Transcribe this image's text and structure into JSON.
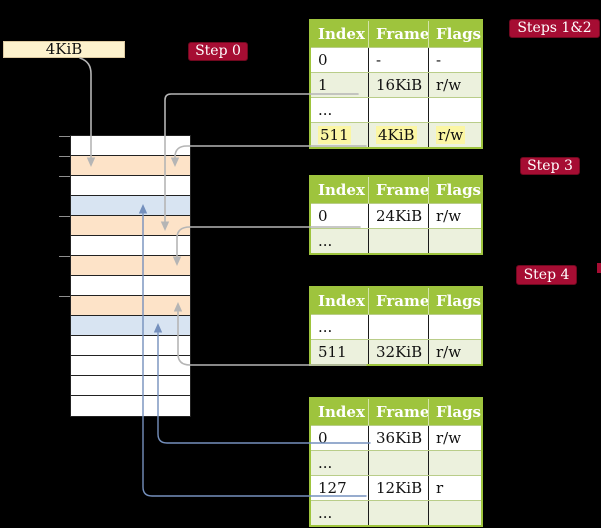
{
  "colors": {
    "background": "#000000",
    "badge_red": "#a60d33",
    "table_header_green": "#9ec43d",
    "table_row_green": "#ecf1dd",
    "highlight_yellow": "#fbf6a4",
    "frame_free": "#ffffff",
    "frame_page_table": "#fde3c8",
    "frame_mapped_page": "#d8e4f2",
    "arrow_gray": "#b5b5b5",
    "arrow_blue": "#7590bd",
    "cr3_box_fill": "#fdf2cd"
  },
  "cr3_box": {
    "label": "4KiB"
  },
  "step_labels": {
    "step0": "Step 0",
    "steps12": "Steps 1&2",
    "step3": "Step 3",
    "step4": "Step 4"
  },
  "memory": {
    "rows": [
      "free",
      "page_table",
      "free",
      "mapped_page",
      "page_table",
      "free",
      "page_table",
      "free",
      "page_table",
      "mapped_page",
      "free",
      "free",
      "free",
      "free"
    ]
  },
  "tables": [
    {
      "name": "table-steps-1-2",
      "headers": [
        "Index",
        "Frame",
        "Flags"
      ],
      "rows": [
        {
          "cells": [
            "0",
            "-",
            "-"
          ]
        },
        {
          "cells": [
            "1",
            "16KiB",
            "r/w"
          ]
        },
        {
          "cells": [
            "...",
            "",
            ""
          ]
        },
        {
          "cells": [
            "511",
            "4KiB",
            "r/w"
          ],
          "highlighted": true
        }
      ]
    },
    {
      "name": "table-step-3",
      "headers": [
        "Index",
        "Frame",
        "Flags"
      ],
      "rows": [
        {
          "cells": [
            "0",
            "24KiB",
            "r/w"
          ]
        },
        {
          "cells": [
            "...",
            "",
            ""
          ]
        }
      ]
    },
    {
      "name": "table-step-4",
      "headers": [
        "Index",
        "Frame",
        "Flags"
      ],
      "rows": [
        {
          "cells": [
            "...",
            "",
            ""
          ]
        },
        {
          "cells": [
            "511",
            "32KiB",
            "r/w"
          ]
        }
      ]
    },
    {
      "name": "table-level-1",
      "headers": [
        "Index",
        "Frame",
        "Flags"
      ],
      "rows": [
        {
          "cells": [
            "0",
            "36KiB",
            "r/w"
          ]
        },
        {
          "cells": [
            "...",
            "",
            ""
          ]
        },
        {
          "cells": [
            "127",
            "12KiB",
            "r"
          ]
        },
        {
          "cells": [
            "...",
            "",
            ""
          ]
        }
      ]
    }
  ],
  "arrows": {
    "gray": [
      {
        "from": "cr3-4KiB-box",
        "to": "memory-frame-4KiB"
      },
      {
        "from": "entry-1-16KiB",
        "to": "memory-frame-16KiB"
      },
      {
        "from": "entry-511-4KiB",
        "to": "memory-frame-4KiB"
      },
      {
        "from": "entry-0-24KiB",
        "to": "memory-frame-24KiB"
      },
      {
        "from": "entry-511-32KiB",
        "to": "memory-frame-32KiB"
      }
    ],
    "blue": [
      {
        "from": "entry-0-36KiB",
        "to": "memory-frame-36KiB"
      },
      {
        "from": "entry-127-12KiB",
        "to": "memory-frame-12KiB"
      }
    ]
  }
}
